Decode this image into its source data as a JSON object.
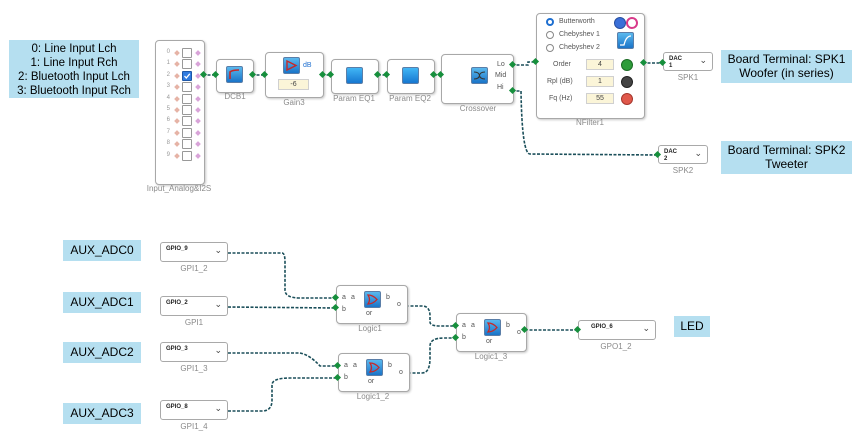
{
  "comments": {
    "input_sources": [
      "0: Line Input Lch",
      "1: Line Input Rch",
      "2: Bluetooth Input Lch",
      "3: Bluetooth Input Rch"
    ],
    "spk1": [
      "Board Terminal: SPK1",
      "Woofer (in series)"
    ],
    "spk2": [
      "Board Terminal: SPK2",
      "Tweeter"
    ],
    "aux0": "AUX_ADC0",
    "aux1": "AUX_ADC1",
    "aux2": "AUX_ADC2",
    "aux3": "AUX_ADC3",
    "led": "LED"
  },
  "input_block": {
    "label": "Input_Analog&I2S",
    "indices": [
      "0",
      "1",
      "2",
      "3",
      "4",
      "5",
      "6",
      "7",
      "8",
      "9"
    ],
    "checked_index": 2
  },
  "blocks": {
    "dcb": "DCB1",
    "gain": "Gain3",
    "gain_value": "-6",
    "gain_unit": "dB",
    "peq1": "Param EQ1",
    "peq2": "Param EQ2",
    "crossover": "Crossover",
    "crossover_ports": [
      "Lo",
      "Mid",
      "Hi"
    ]
  },
  "nfilter": {
    "label": "NFilter1",
    "types": [
      "Butterworth",
      "Chebyshev 1",
      "Chebyshev 2"
    ],
    "selected_type": "Butterworth",
    "fields": [
      {
        "name": "Order",
        "value": "4"
      },
      {
        "name": "Rpl (dB)",
        "value": "1"
      },
      {
        "name": "Fq (Hz)",
        "value": "55"
      }
    ]
  },
  "outputs": {
    "spk1_value": "DAC 1",
    "spk1_label": "SPK1",
    "spk2_value": "DAC 2",
    "spk2_label": "SPK2"
  },
  "gpio": {
    "inputs": [
      {
        "value": "GPIO_9",
        "label": "GPI1_2"
      },
      {
        "value": "GPIO_2",
        "label": "GPI1"
      },
      {
        "value": "GPIO_3",
        "label": "GPI1_3"
      },
      {
        "value": "GPIO_8",
        "label": "GPI1_4"
      }
    ],
    "output": {
      "value": "GPIO_6",
      "label": "GPO1_2"
    }
  },
  "logic": {
    "blocks": [
      "Logic1",
      "Logic1_2",
      "Logic1_3"
    ],
    "in_a": "a",
    "in_b": "b",
    "op": "or",
    "out": "b",
    "out_port": "o"
  },
  "colors": {
    "comment_bg": "#b5dff0",
    "wire": "#1b4f5a",
    "pin": "#168f3c",
    "block_icon": "#1a74c8",
    "field_bg": "#fbf5d8"
  }
}
